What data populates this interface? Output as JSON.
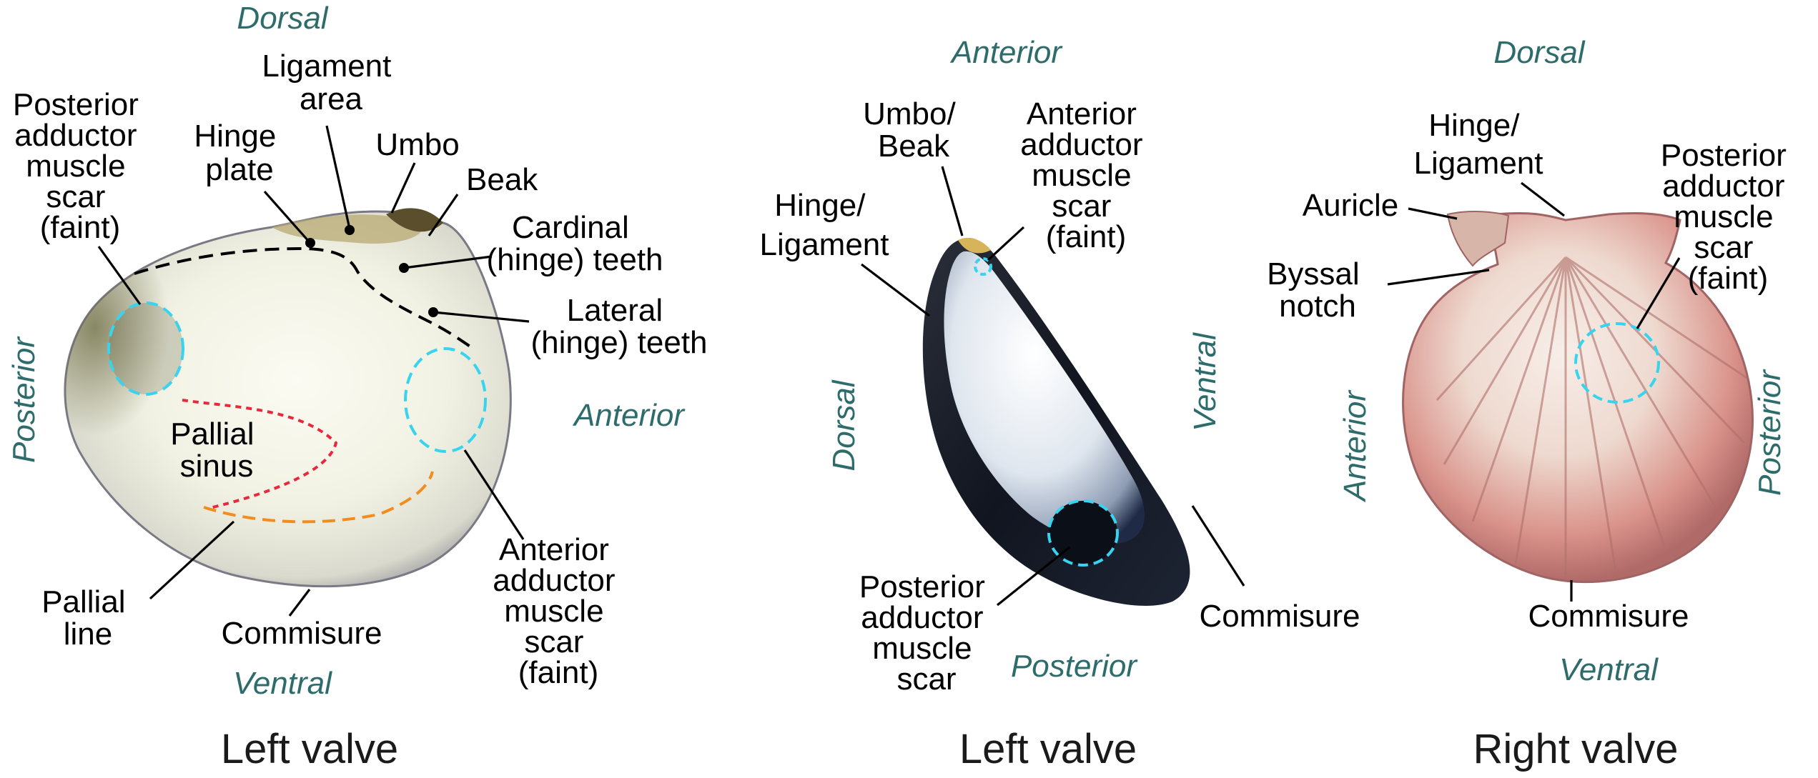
{
  "panels": [
    {
      "caption": "Left valve",
      "orientation": {
        "top": "Dorsal",
        "bottom": "Ventral",
        "left": "Posterior",
        "right": "Anterior"
      },
      "labels": {
        "posterior_scar": [
          "Posterior",
          "adductor",
          "muscle",
          "scar",
          "(faint)"
        ],
        "hinge_plate": [
          "Hinge",
          "plate"
        ],
        "ligament_area": [
          "Ligament",
          "area"
        ],
        "umbo": [
          "Umbo"
        ],
        "beak": [
          "Beak"
        ],
        "cardinal_teeth": [
          "Cardinal",
          "(hinge) teeth"
        ],
        "lateral_teeth": [
          "Lateral",
          "(hinge) teeth"
        ],
        "pallial_sinus": [
          "Pallial",
          "sinus"
        ],
        "pallial_line": [
          "Pallial",
          "line"
        ],
        "commisure": [
          "Commisure"
        ],
        "anterior_scar": [
          "Anterior",
          "adductor",
          "muscle",
          "scar",
          "(faint)"
        ]
      }
    },
    {
      "caption": "Left valve",
      "orientation": {
        "top": "Anterior",
        "bottom": "Posterior",
        "left": "Dorsal",
        "right": "Ventral"
      },
      "labels": {
        "umbo_beak": [
          "Umbo/",
          "Beak"
        ],
        "anterior_scar": [
          "Anterior",
          "adductor",
          "muscle",
          "scar",
          "(faint)"
        ],
        "hinge_ligament": [
          "Hinge/",
          "Ligament"
        ],
        "posterior_scar": [
          "Posterior",
          "adductor",
          "muscle",
          "scar"
        ],
        "commisure": [
          "Commisure"
        ]
      }
    },
    {
      "caption": "Right valve",
      "orientation": {
        "top": "Dorsal",
        "bottom": "Ventral",
        "left": "Anterior",
        "right": "Posterior"
      },
      "labels": {
        "hinge_ligament": [
          "Hinge/",
          "Ligament"
        ],
        "auricle": [
          "Auricle"
        ],
        "byssal_notch": [
          "Byssal",
          "notch"
        ],
        "posterior_scar": [
          "Posterior",
          "adductor",
          "muscle",
          "scar",
          "(faint)"
        ],
        "commisure": [
          "Commisure"
        ]
      }
    }
  ],
  "colors": {
    "orientation_text": "#2e6b6b",
    "muscle_scar_outline": "#38d3ee",
    "pallial_sinus_line": "#e8283c",
    "pallial_line": "#f28c1e",
    "hinge_line": "#000000"
  }
}
